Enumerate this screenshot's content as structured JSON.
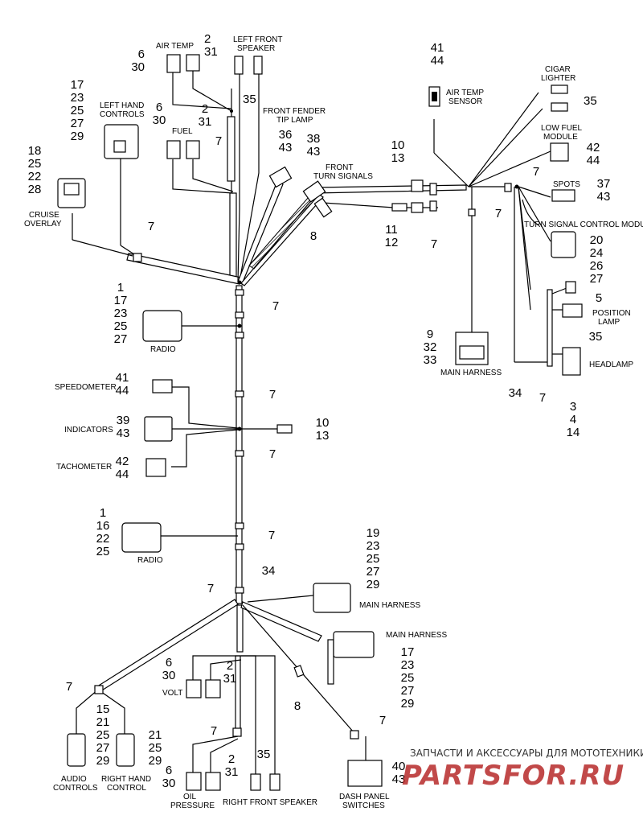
{
  "labels": {
    "air_temp": "AIR TEMP",
    "left_front_speaker": [
      "LEFT FRONT",
      "SPEAKER"
    ],
    "left_hand_controls": [
      "LEFT HAND",
      "CONTROLS"
    ],
    "fuel": "FUEL",
    "front_fender_tip_lamp": [
      "FRONT FENDER",
      "TIP LAMP"
    ],
    "front_turn_signals": [
      "FRONT",
      "TURN SIGNALS"
    ],
    "cruise_overlay": [
      "CRUISE",
      "OVERLAY"
    ],
    "air_temp_sensor": [
      "AIR TEMP",
      "SENSOR"
    ],
    "cigar_lighter": [
      "CIGAR",
      "LIGHTER"
    ],
    "low_fuel_module": [
      "LOW FUEL",
      "MODULE"
    ],
    "spots": "SPOTS",
    "turn_signal_control_module": "TURN SIGNAL CONTROL MODULE",
    "position_lamp": [
      "POSITION",
      "LAMP"
    ],
    "headlamp": "HEADLAMP",
    "main_harness_top": "MAIN HARNESS",
    "radio_upper": "RADIO",
    "speedometer": "SPEEDOMETER",
    "indicators": "INDICATORS",
    "tachometer": "TACHOMETER",
    "radio_lower": "RADIO",
    "main_harness_mid": "MAIN HARNESS",
    "main_harness_low": "MAIN HARNESS",
    "volt": "VOLT",
    "oil_pressure": [
      "OIL",
      "PRESSURE"
    ],
    "audio_controls": [
      "AUDIO",
      "CONTROLS"
    ],
    "right_hand_control": [
      "RIGHT HAND",
      "CONTROL"
    ],
    "right_front_speaker": "RIGHT FRONT SPEAKER",
    "dash_panel_switches": [
      "DASH PANEL",
      "SWITCHES"
    ]
  },
  "callouts": {
    "air_temp": [
      "6",
      "30"
    ],
    "air_temp_b": [
      "2",
      "31"
    ],
    "left_hand_controls": [
      "17",
      "23",
      "25",
      "27",
      "29"
    ],
    "fuel": [
      "6",
      "30"
    ],
    "fuel_b": [
      "2",
      "31"
    ],
    "speaker_lf": [
      "35"
    ],
    "clip_upper": [
      "7"
    ],
    "tip_lamp": [
      "36",
      "43"
    ],
    "turn_signal": [
      "38",
      "43"
    ],
    "cruise": [
      "18",
      "25",
      "22",
      "28"
    ],
    "clip_cruise": [
      "7"
    ],
    "bolt": [
      "8"
    ],
    "front_signal_conn": [
      "10",
      "13"
    ],
    "front_signal_wire": [
      "11",
      "12"
    ],
    "clip_front_signal": [
      "7"
    ],
    "air_temp_sensor": [
      "41",
      "44"
    ],
    "cigar": [
      "35"
    ],
    "low_fuel": [
      "42",
      "44"
    ],
    "clip_right": [
      "7"
    ],
    "spots": [
      "7"
    ],
    "spots_conn": [
      "37",
      "43"
    ],
    "tscm": [
      "20",
      "24",
      "26",
      "27"
    ],
    "position_conn": [
      "5"
    ],
    "position_lamp": [
      "35"
    ],
    "headlamp": [
      "3",
      "4",
      "14"
    ],
    "harness_right": [
      "34"
    ],
    "clip_headlamp": [
      "7"
    ],
    "main_harness_top": [
      "9",
      "32",
      "33"
    ],
    "radio_upper": [
      "1",
      "17",
      "23",
      "25",
      "27"
    ],
    "clip_radio_upper": [
      "7"
    ],
    "clip_trunk_a": [
      "7"
    ],
    "speedometer": [
      "41",
      "44"
    ],
    "indicators": [
      "39",
      "43"
    ],
    "tachometer": [
      "42",
      "44"
    ],
    "ind_conn": [
      "10",
      "13"
    ],
    "clip_trunk_b": [
      "7"
    ],
    "radio_lower": [
      "1",
      "16",
      "22",
      "25"
    ],
    "clip_radio_lower": [
      "7"
    ],
    "trunk": [
      "34"
    ],
    "clip_trunk_c": [
      "7"
    ],
    "main_harness_mid": [
      "19",
      "23",
      "25",
      "27",
      "29"
    ],
    "main_harness_low": [
      "17",
      "23",
      "25",
      "27",
      "29"
    ],
    "volt": [
      "6",
      "30"
    ],
    "volt_b": [
      "2",
      "31"
    ],
    "bolt_low": [
      "8"
    ],
    "clip_left_low": [
      "7"
    ],
    "audio": [
      "15",
      "21",
      "25",
      "27",
      "29"
    ],
    "right_hand": [
      "21",
      "25",
      "29"
    ],
    "clip_oil": [
      "7"
    ],
    "oil": [
      "6",
      "30"
    ],
    "oil_b": [
      "2",
      "31"
    ],
    "speaker_rf": [
      "35"
    ],
    "clip_dash": [
      "7"
    ],
    "dash": [
      "40",
      "43"
    ]
  },
  "watermark": {
    "line1": "ЗАПЧАСТИ И АКСЕССУАРЫ ДЛЯ МОТОТЕХНИКИ",
    "line2": "PARTSFOR.RU"
  }
}
